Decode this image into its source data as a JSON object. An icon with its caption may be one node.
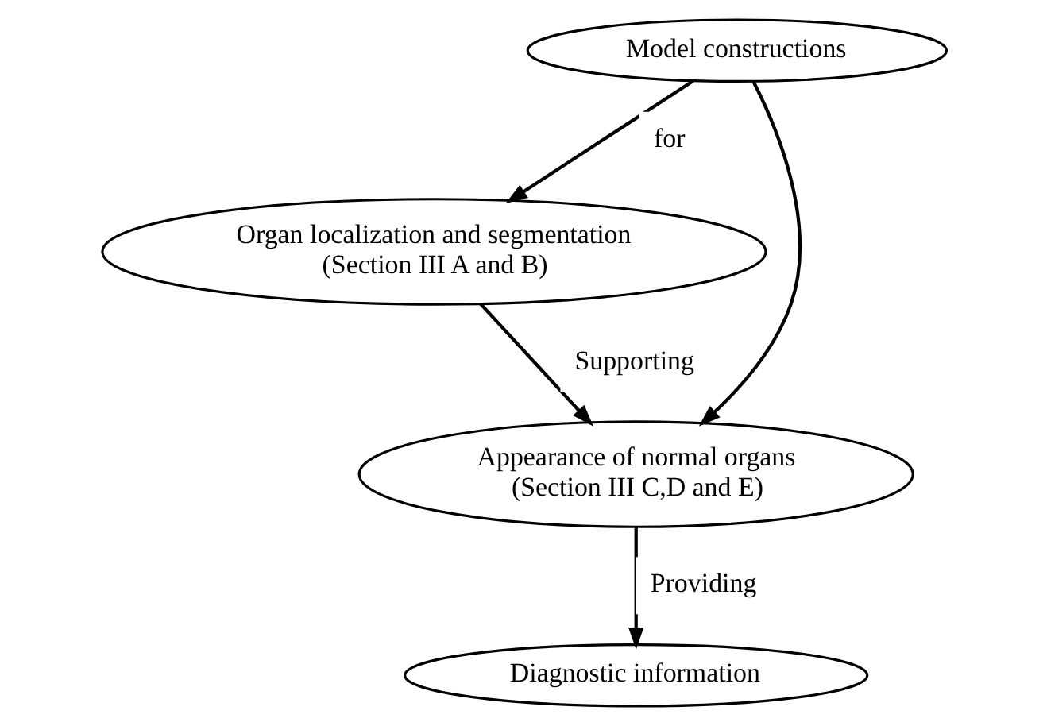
{
  "diagram": {
    "nodes": [
      {
        "text": [
          "Model constructions"
        ]
      },
      {
        "text": [
          "Organ localization and segmentation",
          "(Section III A and B)"
        ]
      },
      {
        "text": [
          "Appearance of normal organs",
          "(Section III C,D and E)"
        ]
      },
      {
        "text": [
          "Diagnostic information"
        ]
      }
    ],
    "edges": [
      {
        "from": 0,
        "to": 1,
        "arrow": "to",
        "label": "for"
      },
      {
        "from": 0,
        "to": 2,
        "arrow": "to"
      },
      {
        "from": 1,
        "to": 2,
        "arrow": "to",
        "label": "Supporting"
      },
      {
        "from": 2,
        "to": 3,
        "arrow": "to",
        "label": "Providing"
      }
    ]
  }
}
